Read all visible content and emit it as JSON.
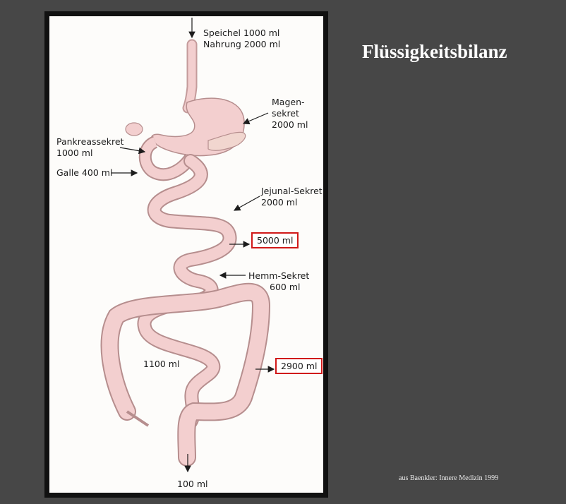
{
  "title": "Flüssigkeitsbilanz",
  "source": "aus Baenkler: Innere Medizin 1999",
  "labels": {
    "speichel": "Speichel 1000 ml",
    "nahrung": "Nahrung 2000 ml",
    "magen_1": "Magen-",
    "magen_2": "sekret",
    "magen_3": "2000 ml",
    "pankreas_1": "Pankreassekret",
    "pankreas_2": "1000 ml",
    "galle": "Galle 400 ml",
    "jejunal_1": "Jejunal-Sekret",
    "jejunal_2": "2000 ml",
    "ileum_out": "5000 ml",
    "hemm_1": "Hemm-Sekret",
    "hemm_2": "600 ml",
    "colon_in": "1100 ml",
    "colon_out": "2900 ml",
    "stool": "100 ml"
  },
  "colors": {
    "background": "#474747",
    "highlight_box": "#d01919",
    "organ_fill": "#f3cfcf"
  }
}
